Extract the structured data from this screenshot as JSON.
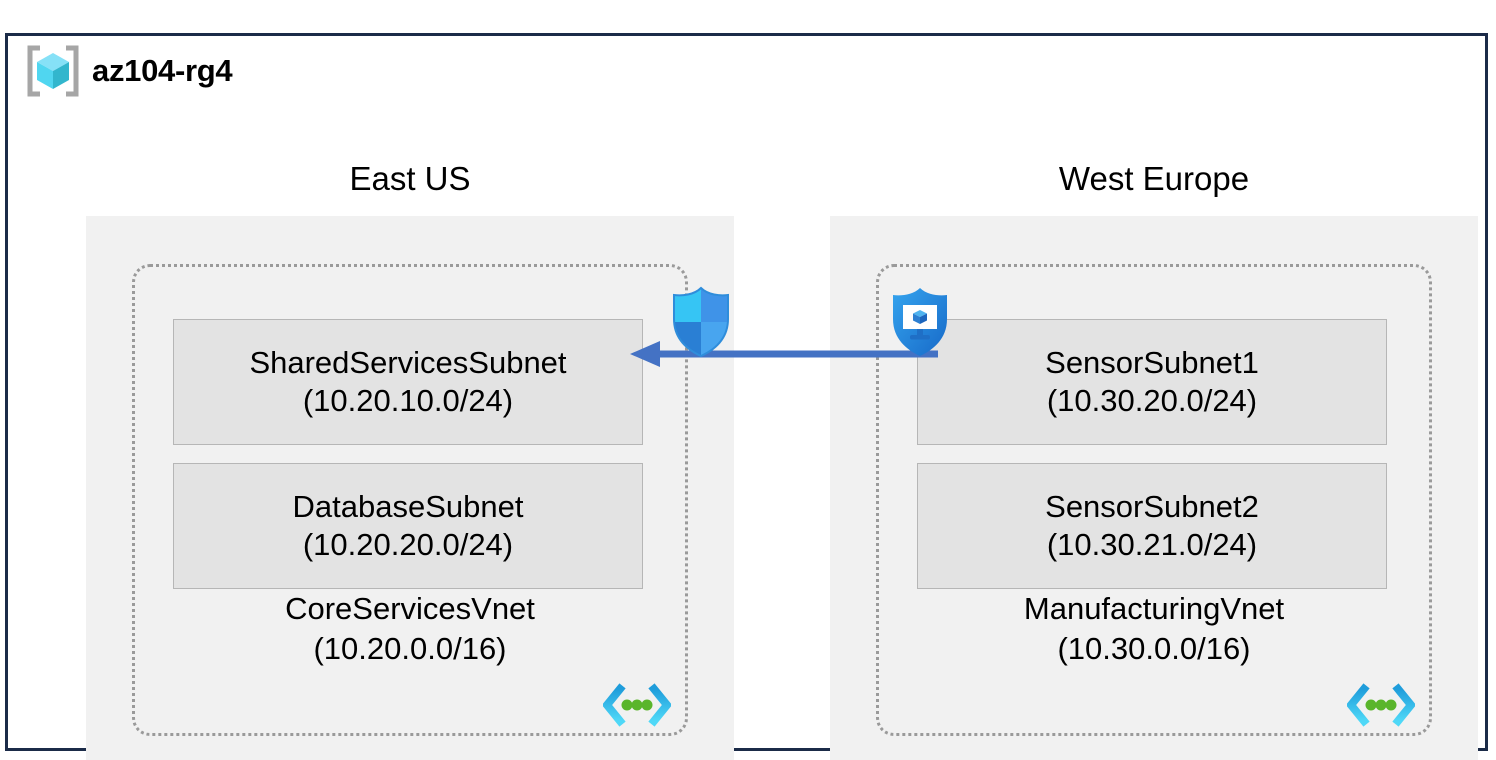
{
  "resource_group": {
    "name": "az104-rg4",
    "icon": "resource-group-cube-icon",
    "border_color": "#1b2b48"
  },
  "regions": [
    {
      "id": "eastus",
      "title": "East US",
      "vnet": {
        "name": "CoreServicesVnet",
        "cidr": "(10.20.0.0/16)",
        "icon": "virtual-network-icon",
        "subnets": [
          {
            "name": "SharedServicesSubnet",
            "cidr": "(10.20.10.0/24)",
            "attached_icon": "network-security-group-shield-icon"
          },
          {
            "name": "DatabaseSubnet",
            "cidr": "(10.20.20.0/24)",
            "attached_icon": null
          }
        ]
      }
    },
    {
      "id": "westeurope",
      "title": "West Europe",
      "vnet": {
        "name": "ManufacturingVnet",
        "cidr": "(10.30.0.0/16)",
        "icon": "virtual-network-icon",
        "subnets": [
          {
            "name": "SensorSubnet1",
            "cidr": "(10.30.20.0/24)",
            "attached_icon": "application-security-group-shield-icon"
          },
          {
            "name": "SensorSubnet2",
            "cidr": "(10.30.21.0/24)",
            "attached_icon": null
          }
        ]
      }
    }
  ],
  "connection": {
    "name": "vnet-peering-arrow",
    "direction": "right-to-left",
    "color": "#4472c4",
    "from": "SensorSubnet1",
    "to": "SharedServicesSubnet"
  },
  "colors": {
    "region_background": "#f1f1f1",
    "subnet_background": "#e3e3e3",
    "subnet_border": "#b6b6b6",
    "vnet_border": "#9a9a9a",
    "arrow": "#4472c4",
    "cube_light": "#86e1f7",
    "cube_mid": "#50d6f0",
    "cube_dark": "#32b6cd",
    "shield_blue": "#1f8ee0",
    "vnet_glyph_cyan": "#32c8f0",
    "vnet_glyph_green": "#5ab52b"
  }
}
